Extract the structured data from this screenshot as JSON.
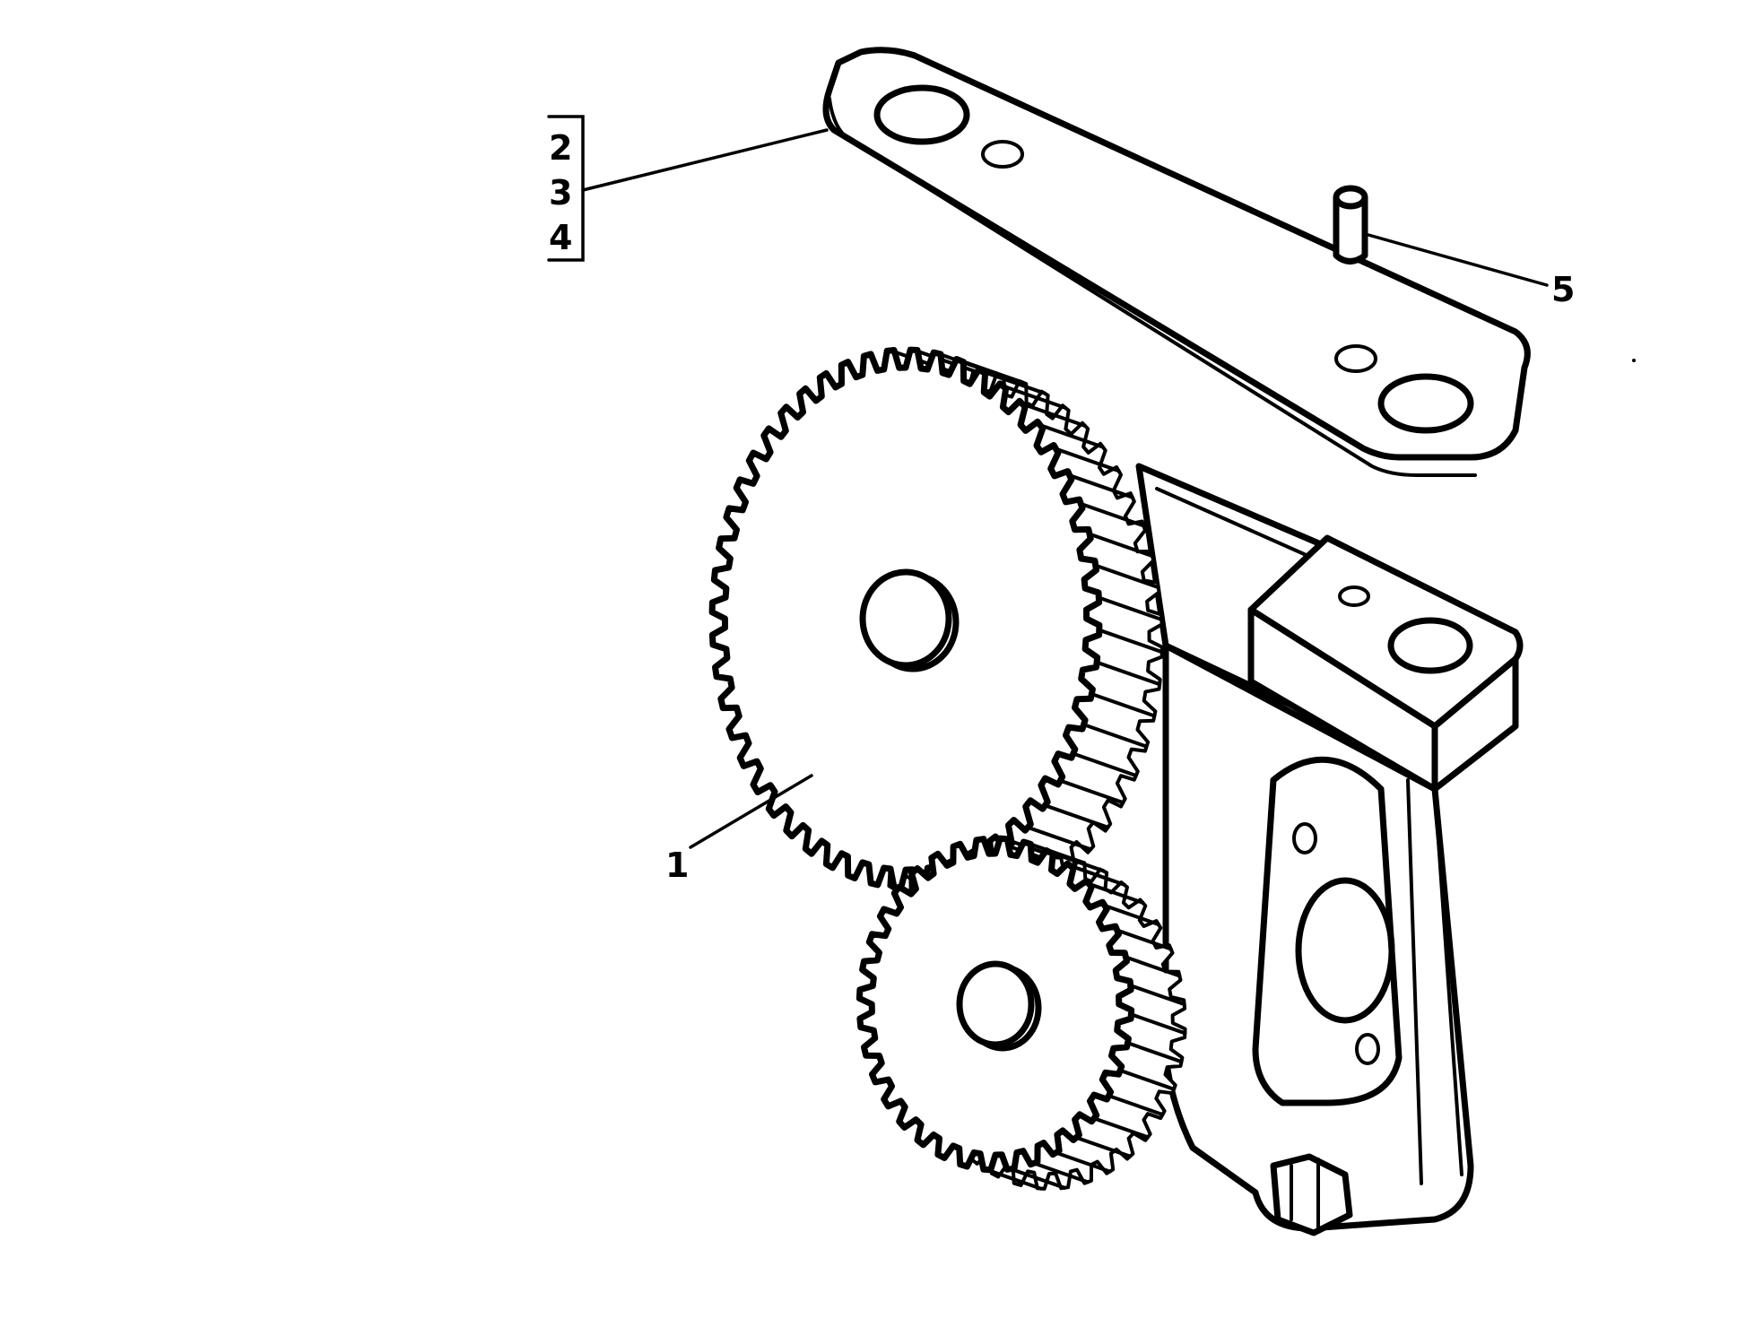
{
  "callouts": {
    "gear": "1",
    "plate_group": [
      "2",
      "3",
      "4"
    ],
    "pin": "5"
  }
}
